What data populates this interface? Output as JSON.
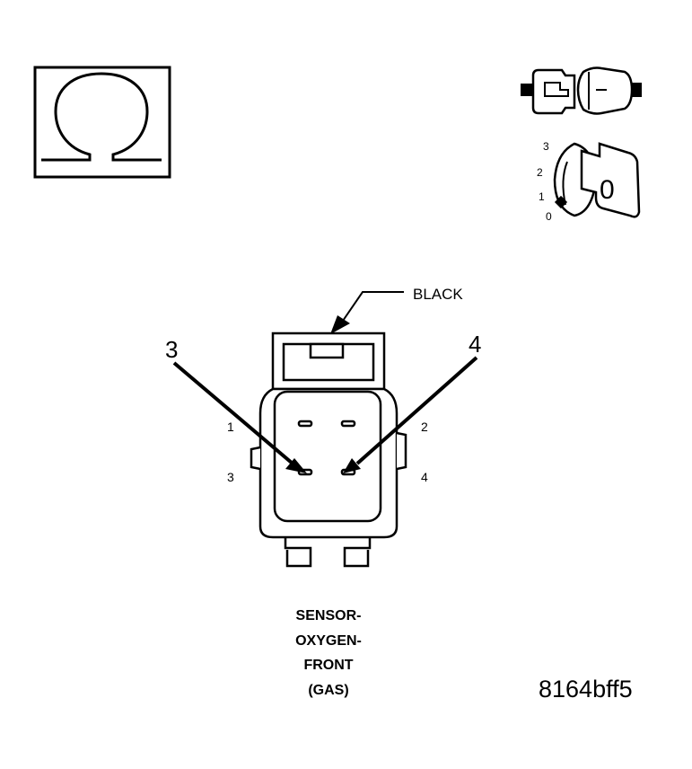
{
  "ohm_symbol": {
    "glyph": "Ω",
    "icon": "ohmmeter-icon"
  },
  "ignition_key": {
    "positions": [
      "3",
      "2",
      "1",
      "0"
    ],
    "key_position": "0",
    "connector_icon": "disconnect-connector-icon",
    "ignition_icon": "ignition-switch-off-icon"
  },
  "connector": {
    "color_label": "BLACK",
    "callout_left": "3",
    "callout_right": "4",
    "pins": [
      "1",
      "2",
      "3",
      "4"
    ]
  },
  "caption": {
    "lines": [
      "SENSOR-",
      "OXYGEN-",
      "FRONT",
      "(GAS)"
    ]
  },
  "figure_id": "8164bff5"
}
